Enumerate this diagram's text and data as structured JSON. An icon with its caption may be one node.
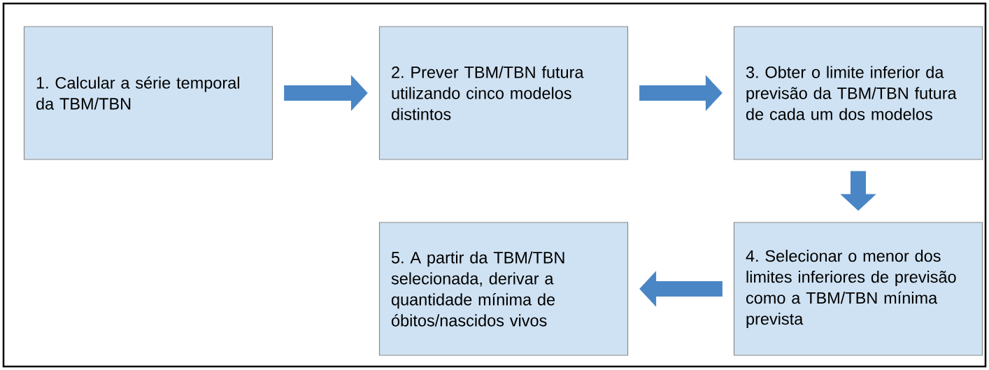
{
  "diagram": {
    "nodes": [
      {
        "text": [
          "1. Calcular a série temporal da TBM/TBN"
        ]
      },
      {
        "text": [
          "2. Prever TBM/TBN futura utilizando cinco modelos distintos"
        ]
      },
      {
        "text": [
          "3. Obter o limite inferior da previsão da TBM/TBN futura de cada um dos modelos"
        ]
      },
      {
        "text": [
          "4. Selecionar o menor dos limites inferiores de previsão como a TBM/TBN mínima prevista"
        ]
      },
      {
        "text": [
          "5. A partir da TBM/TBN selecionada, derivar a quantidade mínima de óbitos/nascidos vivos"
        ]
      }
    ],
    "edges": [
      {
        "from": 0,
        "to": 1,
        "arrow": "to"
      },
      {
        "from": 1,
        "to": 2,
        "arrow": "to"
      },
      {
        "from": 2,
        "to": 3,
        "arrow": "to"
      },
      {
        "from": 3,
        "to": 4,
        "arrow": "to"
      }
    ]
  }
}
